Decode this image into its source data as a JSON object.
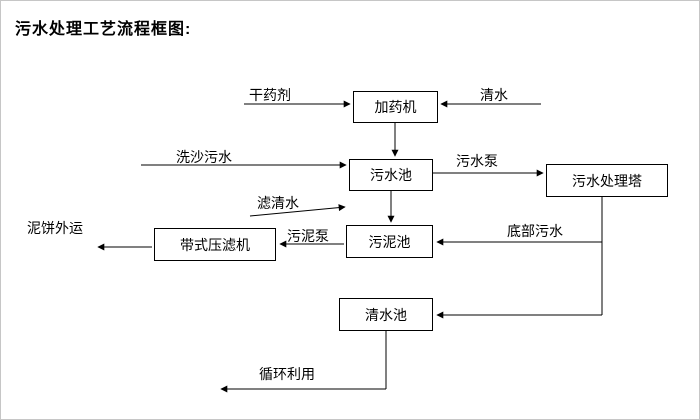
{
  "title": "污水处理工艺流程框图:",
  "diagram": {
    "nodes": {
      "dosing_machine": "加药机",
      "sewage_pool": "污水池",
      "treatment_tower": "污水处理塔",
      "sludge_pool": "污泥池",
      "belt_filter_press": "带式压滤机",
      "clean_water_pool": "清水池"
    },
    "labels": {
      "dry_chemical": "干药剂",
      "clean_water": "清水",
      "sand_washing_sewage": "洗沙污水",
      "sewage_pump": "污水泵",
      "filtered_water": "滤清水",
      "sludge_pump": "污泥泵",
      "bottom_sewage": "底部污水",
      "mud_cake_out": "泥饼外运",
      "recycle": "循环利用"
    },
    "colors": {
      "line": "#000000",
      "box_border": "#000000",
      "background": "#ffffff"
    }
  }
}
